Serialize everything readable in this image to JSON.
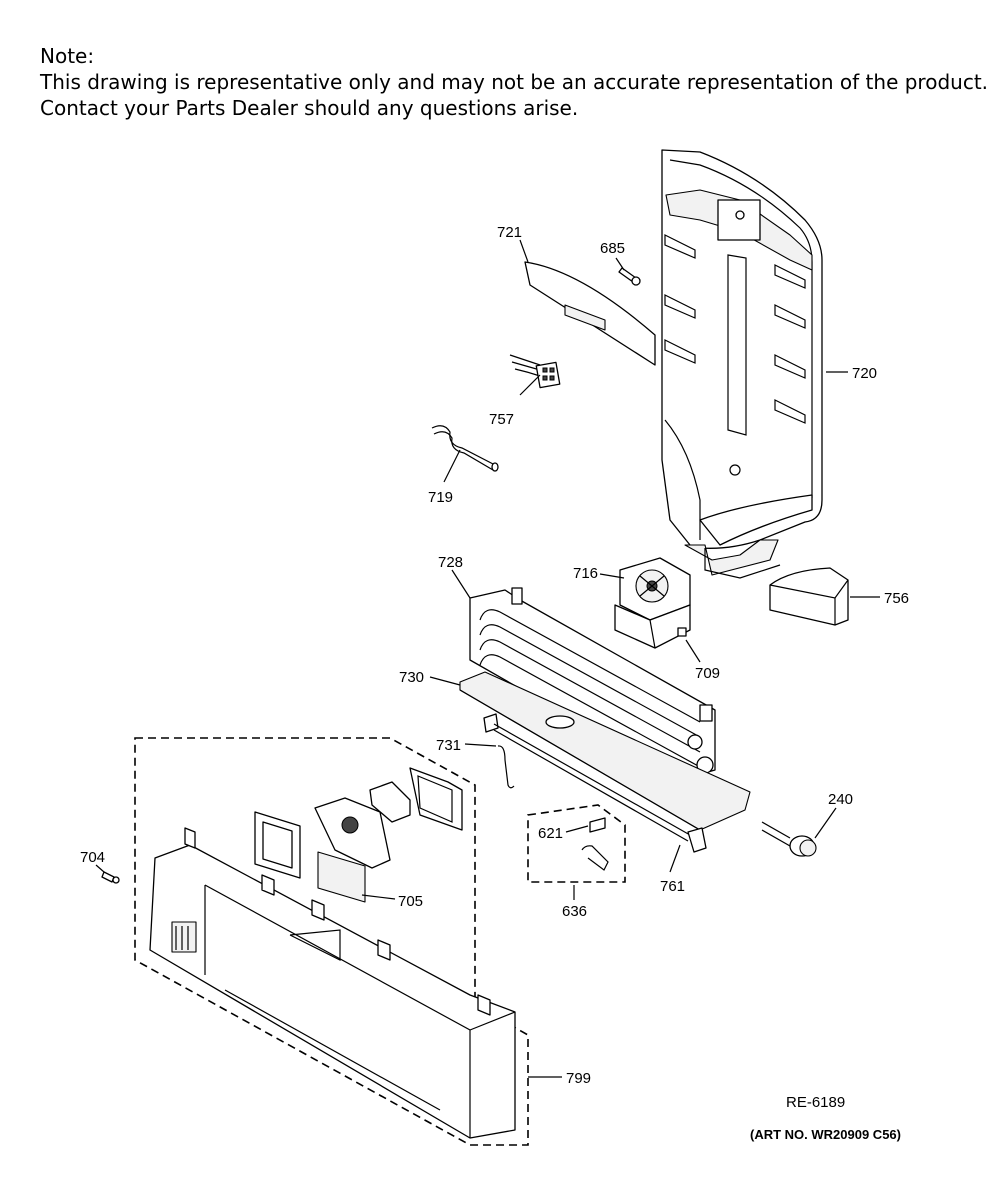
{
  "note": {
    "heading": "Note:",
    "line1": "This drawing is representative only and may not be an accurate representation of the product.",
    "line2": "Contact your Parts Dealer should any questions arise."
  },
  "parts": {
    "p721": "721",
    "p685": "685",
    "p720": "720",
    "p757": "757",
    "p719": "719",
    "p728": "728",
    "p716": "716",
    "p756": "756",
    "p709": "709",
    "p730": "730",
    "p731": "731",
    "p240": "240",
    "p621": "621",
    "p636": "636",
    "p761": "761",
    "p704": "704",
    "p705": "705",
    "p799": "799"
  },
  "reference": "RE-6189",
  "art_number": "(ART NO. WR20909 C56)"
}
